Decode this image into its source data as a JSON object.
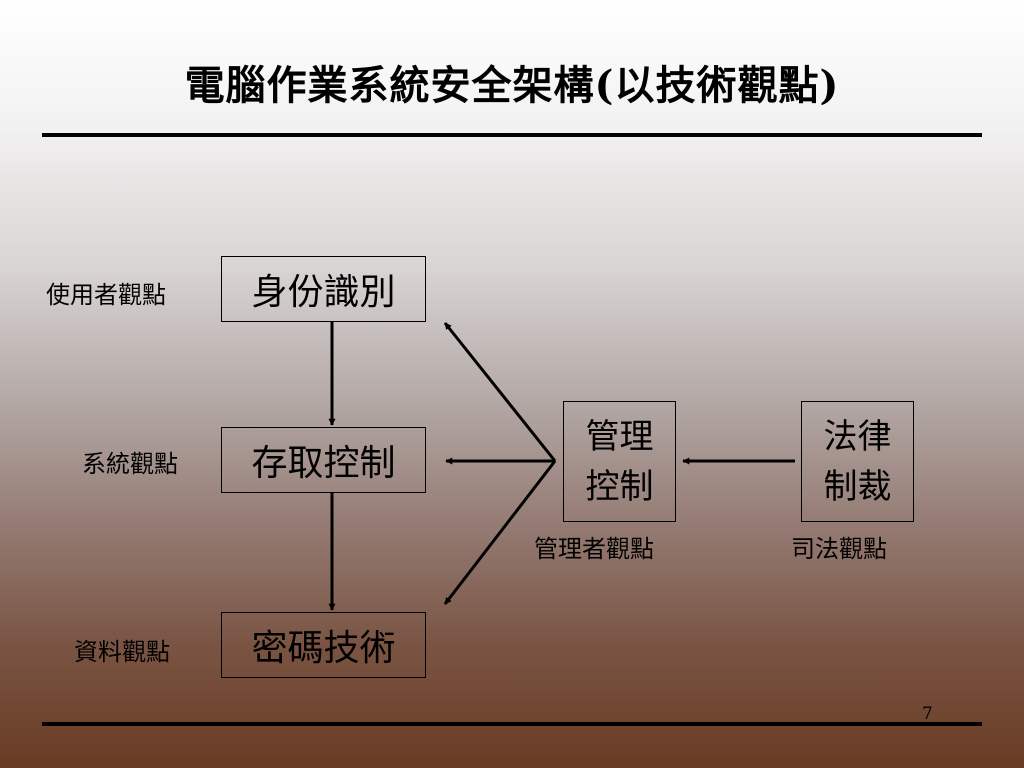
{
  "slide": {
    "title": "電腦作業系統安全架構(以技術觀點)",
    "page_number": "7"
  },
  "boxes": {
    "identification": "身份識別",
    "access_control": "存取控制",
    "cryptography": "密碼技術",
    "management_line1": "管理",
    "management_line2": "控制",
    "law_line1": "法律",
    "law_line2": "制裁"
  },
  "labels": {
    "user_view": "使用者觀點",
    "system_view": "系統觀點",
    "data_view": "資料觀點",
    "manager_view": "管理者觀點",
    "judicial_view": "司法觀點"
  }
}
